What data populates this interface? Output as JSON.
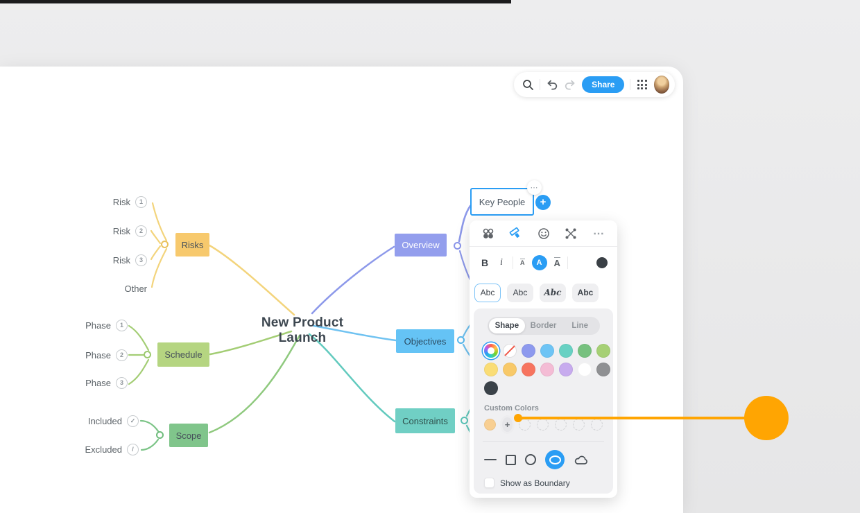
{
  "app": {
    "accent": "#2a9df4"
  },
  "toolbar": {
    "share_label": "Share",
    "icons": [
      "search-icon",
      "undo-icon",
      "redo-icon",
      "apps-grid-icon",
      "avatar"
    ]
  },
  "mindmap": {
    "central": "New Product Launch",
    "add_label": "+",
    "more_label": "⋯",
    "nodes": {
      "risks": {
        "label": "Risks",
        "color": "#f7c96d",
        "line": "#f3d47c"
      },
      "schedule": {
        "label": "Schedule",
        "color": "#b5d581",
        "line": "#a3cd74"
      },
      "scope": {
        "label": "Scope",
        "color": "#80c58b",
        "line": "#7cc487"
      },
      "overview": {
        "label": "Overview",
        "color": "#939eed",
        "line": "#8d99ea"
      },
      "objectives": {
        "label": "Objectives",
        "color": "#65c3f5",
        "line": "#6fc2f1"
      },
      "constraints": {
        "label": "Constraints",
        "color": "#70cfc4",
        "line": "#62cabe"
      },
      "key_people": {
        "label": "Key People"
      }
    },
    "subtopics": {
      "risk1": {
        "label": "Risk",
        "badge": "1"
      },
      "risk2": {
        "label": "Risk",
        "badge": "2"
      },
      "risk3": {
        "label": "Risk",
        "badge": "3"
      },
      "other": {
        "label": "Other"
      },
      "phase1": {
        "label": "Phase",
        "badge": "1"
      },
      "phase2": {
        "label": "Phase",
        "badge": "2"
      },
      "phase3": {
        "label": "Phase",
        "badge": "3"
      },
      "included": {
        "label": "Included",
        "badge": "✓"
      },
      "excluded": {
        "label": "Excluded",
        "badge": "/"
      }
    }
  },
  "panel": {
    "header_icons": [
      "style-presets-icon",
      "format-paint-icon",
      "emoji-icon",
      "connection-icon",
      "more-icon"
    ],
    "more_label": "⋯",
    "bold_label": "B",
    "italic_label": "i",
    "size_letter": "A",
    "font_styles": [
      "Abc",
      "Abc",
      "Abc",
      "Abc"
    ],
    "tabs": {
      "shape": "Shape",
      "border": "Border",
      "line": "Line"
    },
    "palette_row1": [
      "#8d99ee",
      "#6ec4f5",
      "#68d1c3",
      "#77c17f",
      "#a6d075"
    ],
    "palette_row2": [
      "#fadd76",
      "#f8c969",
      "#f7745f",
      "#f4bcd5",
      "#c7abee",
      "#ffffff",
      "#8f9093"
    ],
    "palette_row3": [
      "#3b4249"
    ],
    "custom_colors_label": "Custom Colors",
    "custom_swatch": "#f8cf92",
    "custom_add_label": "+",
    "boundary_label": "Show as Boundary"
  },
  "annotation": {
    "color": "#ffa502"
  }
}
